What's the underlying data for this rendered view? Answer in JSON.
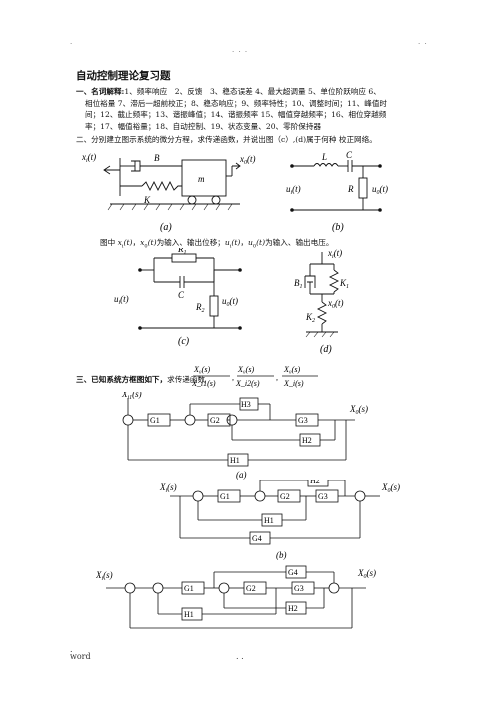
{
  "header": {
    "left_dots": ".",
    "right_dots": ". .",
    "center_dots": ". . ."
  },
  "title": "自动控制理论复习题",
  "section1": {
    "label": "一、名词解释:",
    "line1": "1、频率响应　2、反馈　3、稳态误差 4、最大超调量 5、单位阶跃响应 6、",
    "line2": "相位裕量 7、滞后一超前校正；8、稳态响应；9、频率特性；10、调整时间；11、峰值时",
    "line3": "间；12、截止频率；13、谐振峰值；14、谐振频率 15、幅值穿越频率；16、相位穿越频",
    "line4": "率；17、幅值裕量；18、自动控制、19、状态变量、20、零阶保持器"
  },
  "section2": {
    "line": "二、分别建立图示系统的微分方程，求传递函数，并说出图（c）,(d)属于何种 校正网络。",
    "desc": "图中 x_i(t)，x_0(t) 为输入、输出位移；u_i(t)，u_0(t) 为输入、输出电压。",
    "desc_parts": [
      "图中",
      "，",
      "为输入、输出位移；",
      "，",
      "为输入、输出电压。"
    ],
    "fig_a": {
      "caption": "(a)",
      "xi": "x",
      "xi_sub": "i",
      "xo": "x",
      "xo_sub": "0",
      "t": "(t)",
      "B": "B",
      "m": "m",
      "K": "K"
    },
    "fig_b": {
      "caption": "(b)",
      "L": "L",
      "C": "C",
      "R": "R",
      "ui": "u",
      "ui_sub": "i",
      "uo": "u",
      "uo_sub": "0",
      "t": "(t)"
    },
    "fig_c": {
      "caption": "(c)",
      "R1": "R",
      "R1_sub": "1",
      "C": "C",
      "R2": "R",
      "R2_sub": "2",
      "ui": "u",
      "ui_sub": "i",
      "uo": "u",
      "uo_sub": "0",
      "t": "(t)"
    },
    "fig_d": {
      "caption": "(d)",
      "xi": "x",
      "xi_sub": "i",
      "xo": "x",
      "xo_sub": "0",
      "t": "(t)",
      "B": "B",
      "B_sub": "1",
      "K1": "K",
      "K1_sub": "1",
      "K2": "K",
      "K2_sub": "2"
    }
  },
  "section3": {
    "label": "三、已知系统方框图如下，",
    "after": "求传递函数",
    "frac1_num": "X₀(s)",
    "frac1_den": "X_i1(s)",
    "frac2_num": "X₀(s)",
    "frac2_den": "X_i2(s)",
    "frac3_num": "X₀(s)",
    "frac3_den": "X_i(s)",
    "sep": ",",
    "diag_a": {
      "caption": "(a)",
      "in1": "X",
      "in1_sub": "i1",
      "out": "X",
      "out_sub": "0",
      "s": "(s)",
      "G1": "G1",
      "G2": "G2",
      "G3": "G3",
      "H1": "H1",
      "H2": "H2",
      "H3": "H3"
    },
    "diag_b": {
      "caption": "(b)",
      "in": "X",
      "in_sub": "i",
      "out": "X",
      "out_sub": "0",
      "s": "(s)",
      "G1": "G1",
      "G2": "G2",
      "G3": "G3",
      "G4": "G4",
      "H1": "H1",
      "H2": "H2"
    },
    "diag_c": {
      "in": "X",
      "in_sub": "i",
      "out": "X",
      "out_sub": "0",
      "s": "(s)",
      "G1": "G1",
      "G2": "G2",
      "G3": "G3",
      "G4": "G4",
      "H1": "H1",
      "H2": "H2"
    }
  },
  "footer": {
    "left_dots": ".",
    "word": "word",
    "right_dots": ". ."
  }
}
